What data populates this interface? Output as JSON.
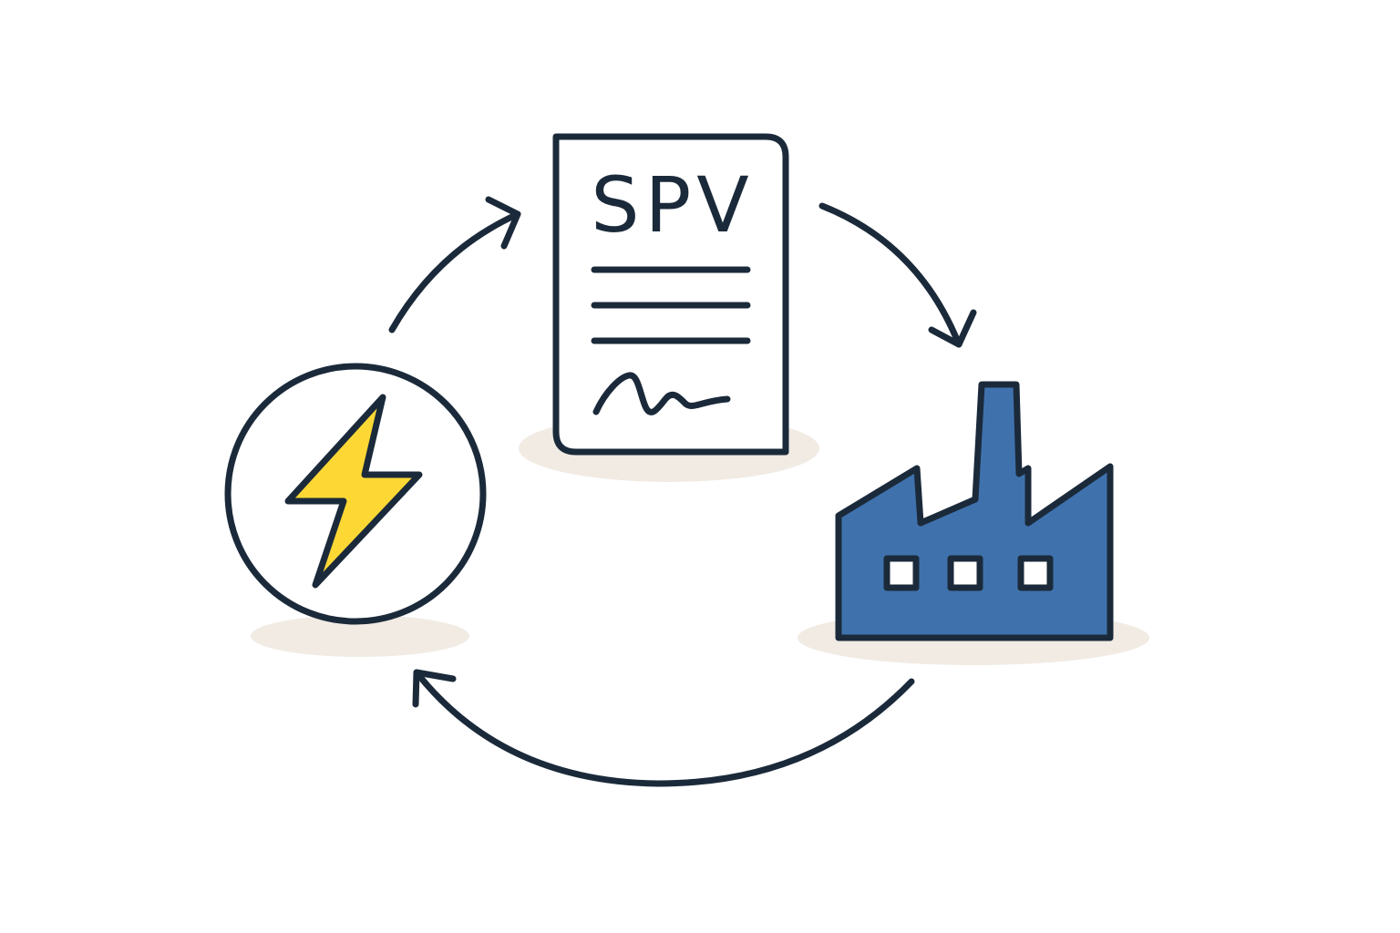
{
  "document": {
    "label": "SPV"
  },
  "nodes": [
    {
      "id": "energy",
      "icon": "lightning-bolt-icon"
    },
    {
      "id": "spv",
      "icon": "contract-document-icon"
    },
    {
      "id": "factory",
      "icon": "factory-icon"
    }
  ],
  "colors": {
    "stroke": "#1b2a3a",
    "bolt": "#fdd835",
    "factory": "#3f72ad",
    "shadow": "#f1ebe4",
    "background": "#ffffff"
  }
}
